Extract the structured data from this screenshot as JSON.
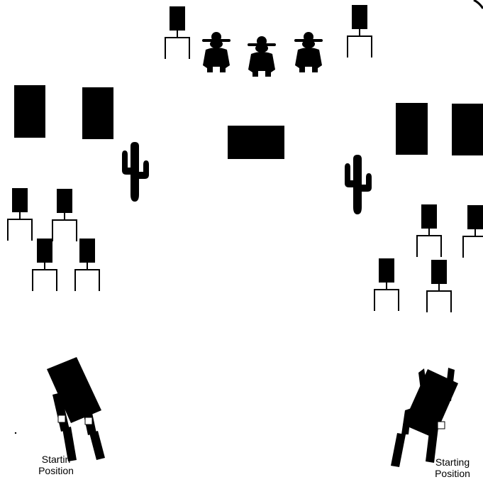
{
  "labels": {
    "start_left_line1": "Startin",
    "start_left_line2": "Position",
    "start_right_line1": "Starting",
    "start_right_line2": "Position"
  },
  "colors": {
    "ink": "#000000",
    "background": "#ffffff"
  },
  "icons": {
    "target": "steel-target-on-stand",
    "barrel": "barricade-block",
    "cactus": "cactus-silhouette",
    "bandit": "bandit-silhouette-target",
    "rifle": "long-gun-rack"
  }
}
